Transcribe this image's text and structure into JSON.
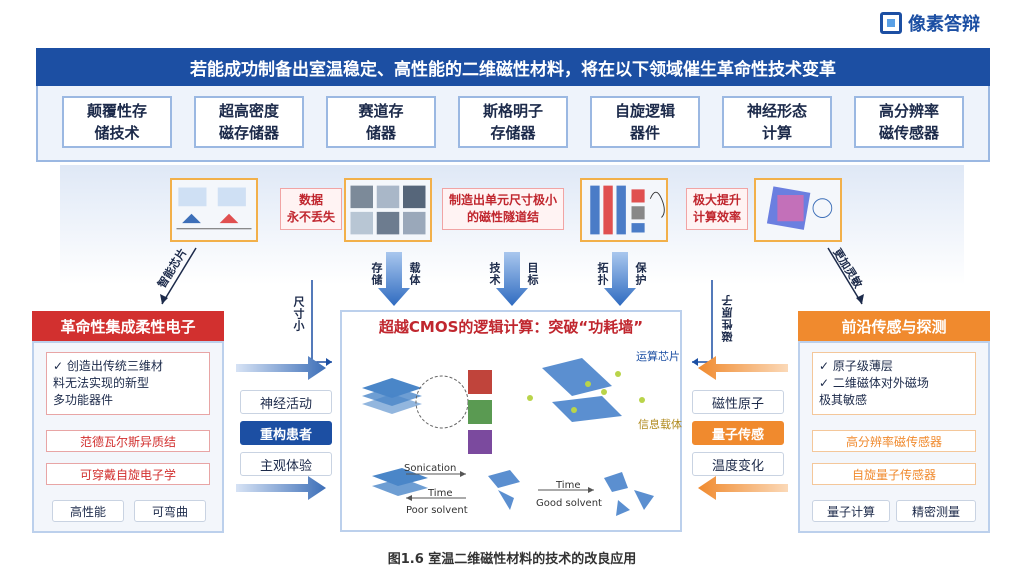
{
  "brand": {
    "name": "像素答辩"
  },
  "top": {
    "title": "若能成功制备出室温稳定、高性能的二维磁性材料，将在以下领域催生革命性技术变革",
    "fields": [
      [
        "颠覆性存",
        "储技术"
      ],
      [
        "超高密度",
        "磁存储器"
      ],
      [
        "赛道存",
        "储器"
      ],
      [
        "斯格明子",
        "存储器"
      ],
      [
        "自旋逻辑",
        "器件"
      ],
      [
        "神经形态",
        "计算"
      ],
      [
        "高分辨率",
        "磁传感器"
      ]
    ]
  },
  "middle": {
    "note1": [
      "数据",
      "永不丢失"
    ],
    "note2": [
      "制造出单元尺寸极小",
      "的磁性隧道结"
    ],
    "note3": [
      "极大提升",
      "计算效率"
    ],
    "diag_left": "智能芯片",
    "diag_right": "更加灵敏",
    "arrow_labels": [
      "存储",
      "载体",
      "技术",
      "目标",
      "拓扑",
      "保护"
    ],
    "side_left": "尺寸小",
    "side_right": "磁性原子"
  },
  "left": {
    "header": "革命性集成柔性电子",
    "check": "创造出传统三维材料无法实现的新型多功能器件",
    "check_lines": [
      "✓ 创造出传统三维材",
      "料无法实现的新型",
      "多功能器件"
    ],
    "item1": "范德瓦尔斯异质结",
    "item2": "可穿戴自旋电子学",
    "sub1": "高性能",
    "sub2": "可弯曲"
  },
  "right": {
    "header": "前沿传感与探测",
    "check1": "✓ 原子级薄层",
    "check2_lines": [
      "✓ 二维磁体对外磁场",
      "极其敏感"
    ],
    "item1": "高分辨率磁传感器",
    "item2": "自旋量子传感器",
    "sub1": "量子计算",
    "sub2": "精密测量"
  },
  "center": {
    "title": "超越CMOS的逻辑计算：突破“功耗墙”",
    "label_chip": "运算芯片",
    "label_carrier": "信息载体",
    "sonication": "Sonication",
    "time1": "Time",
    "poor": "Poor solvent",
    "time2": "Time",
    "good": "Good solvent",
    "left_labels": [
      "神经活动",
      "重构患者",
      "主观体验"
    ],
    "right_labels": [
      "磁性原子",
      "量子传感",
      "温度变化"
    ]
  },
  "colors": {
    "blue": "#1c4fa3",
    "red": "#d2302f",
    "orange": "#f08a2e"
  },
  "caption": "图1.6 室温二维磁性材料的技术的改良应用"
}
